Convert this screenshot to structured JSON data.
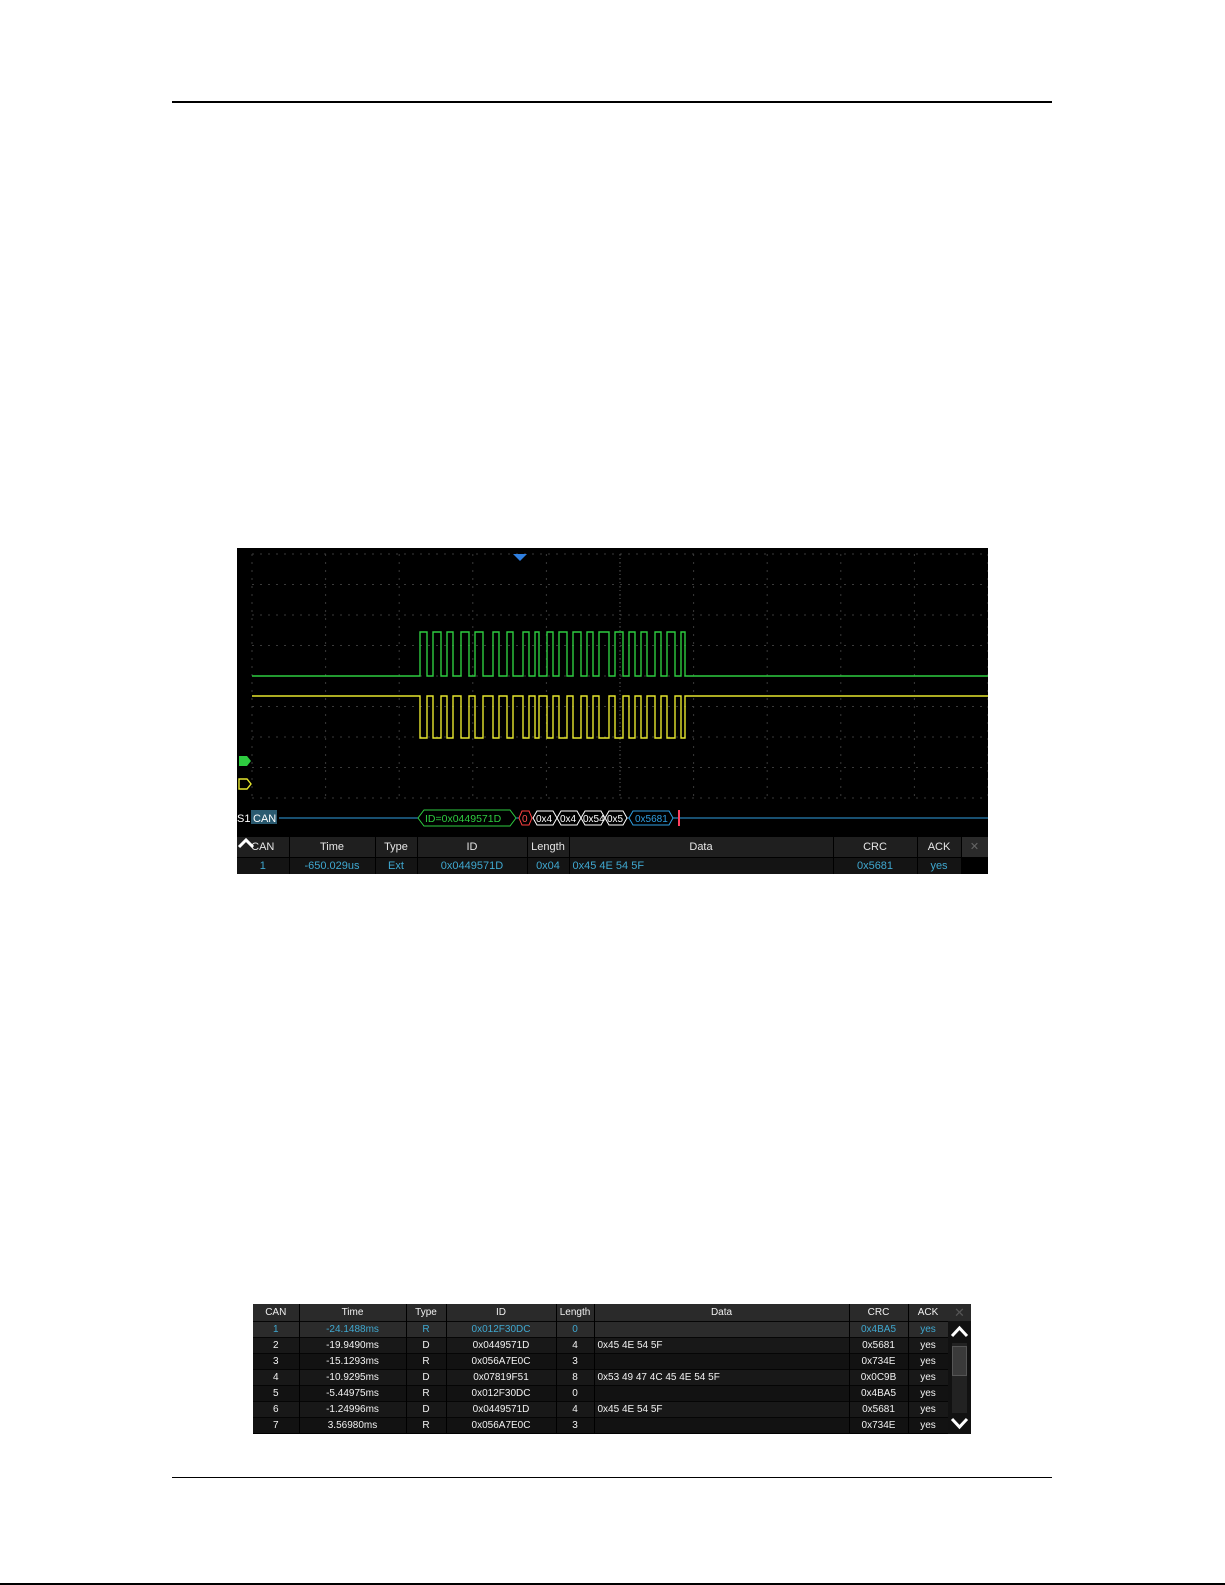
{
  "scope": {
    "channel_label": "S1",
    "bus_label": "CAN",
    "decode_frames": [
      "ID=0x0449571D",
      "0",
      "0x4",
      "0x4",
      "0x54",
      "0x5",
      "0x5681"
    ],
    "table": {
      "headers": [
        "CAN",
        "Time",
        "Type",
        "ID",
        "Length",
        "Data",
        "CRC",
        "ACK"
      ],
      "row": [
        "1",
        "-650.029us",
        "Ext",
        "0x0449571D",
        "0x04",
        "0x45 4E 54 5F",
        "0x5681",
        "yes"
      ]
    },
    "colors": {
      "ch1": "#2ecc40",
      "ch2": "#e6e62e",
      "bus": "#2f9ee0",
      "trigger": "#2f7fe0"
    }
  },
  "list": {
    "headers": [
      "CAN",
      "Time",
      "Type",
      "ID",
      "Length",
      "Data",
      "CRC",
      "ACK"
    ],
    "rows": [
      [
        "1",
        "-24.1488ms",
        "R",
        "0x012F30DC",
        "0",
        "",
        "0x4BA5",
        "yes"
      ],
      [
        "2",
        "-19.9490ms",
        "D",
        "0x0449571D",
        "4",
        "0x45 4E 54 5F",
        "0x5681",
        "yes"
      ],
      [
        "3",
        "-15.1293ms",
        "R",
        "0x056A7E0C",
        "3",
        "",
        "0x734E",
        "yes"
      ],
      [
        "4",
        "-10.9295ms",
        "D",
        "0x07819F51",
        "8",
        "0x53 49 47 4C 45 4E 54 5F",
        "0x0C9B",
        "yes"
      ],
      [
        "5",
        "-5.44975ms",
        "R",
        "0x012F30DC",
        "0",
        "",
        "0x4BA5",
        "yes"
      ],
      [
        "6",
        "-1.24996ms",
        "D",
        "0x0449571D",
        "4",
        "0x45 4E 54 5F",
        "0x5681",
        "yes"
      ],
      [
        "7",
        "3.56980ms",
        "R",
        "0x056A7E0C",
        "3",
        "",
        "0x734E",
        "yes"
      ]
    ]
  }
}
